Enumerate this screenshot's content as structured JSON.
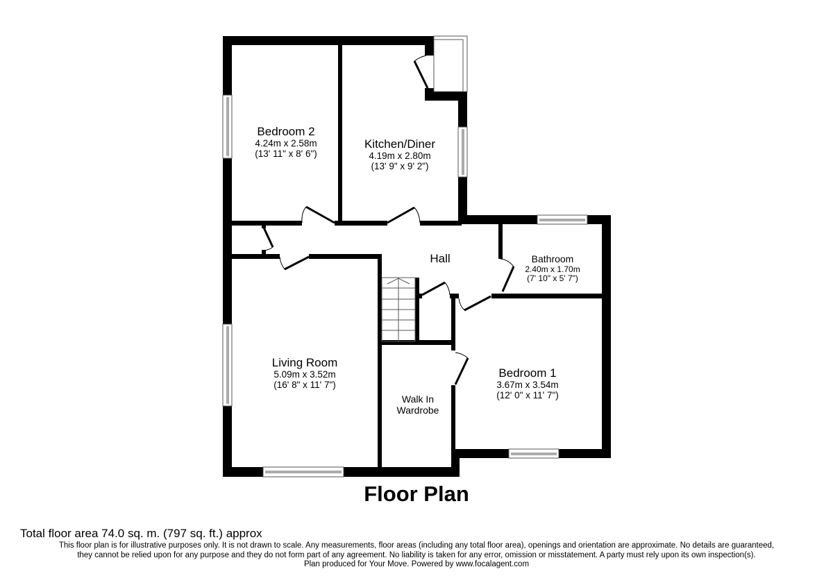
{
  "title": "Floor Plan",
  "rooms": [
    {
      "name": "Bedroom 2",
      "metric": "4.24m x 2.58m",
      "imperial": "(13' 11\" x 8' 6\")"
    },
    {
      "name": "Kitchen/Diner",
      "metric": "4.19m x 2.80m",
      "imperial": "(13' 9\" x 9' 2\")"
    },
    {
      "name": "Hall"
    },
    {
      "name": "Bathroom",
      "metric": "2.40m x 1.70m",
      "imperial": "(7' 10\" x 5' 7\")"
    },
    {
      "name": "Living Room",
      "metric": "5.09m x 3.52m",
      "imperial": "(16' 8\" x 11' 7\")"
    },
    {
      "name": "Walk In",
      "name2": "Wardrobe"
    },
    {
      "name": "Bedroom 1",
      "metric": "3.67m x 3.54m",
      "imperial": "(12' 0\" x 11' 7\")"
    }
  ],
  "footer": {
    "total_area": "Total floor area 74.0 sq. m. (797 sq. ft.) approx",
    "disclaimer_lines": [
      "This floor plan is for illustrative purposes only. It is not drawn to scale. Any measurements, floor areas (including any total floor area), openings and orientation are approximate. No details are guaranteed,",
      "they cannot be relied upon for any purpose and they do not form part of any agreement. No liability is taken for any error, omission or misstatement. A party must rely upon its own inspection(s).",
      "Plan produced for Your Move. Powered by www.focalagent.com"
    ]
  },
  "colors": {
    "wall": "#000000",
    "window_outline": "#555555",
    "background": "#ffffff"
  }
}
